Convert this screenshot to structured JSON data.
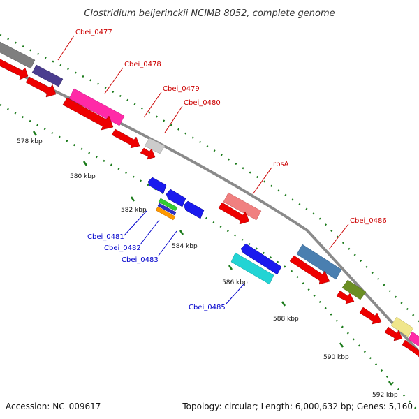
{
  "title": "Clostridium beijerinckii NCIMB 8052, complete genome",
  "footer": {
    "accession": "Accession: NC_009617",
    "summary": "Topology: circular; Length: 6,000,632 bp; Genes: 5,160"
  },
  "colors": {
    "backbone": "#8a8a8a",
    "tick": "#1a7a1a",
    "label_forward": "#cc0000",
    "label_reverse": "#0000cc",
    "cds_forward": "#ee0000",
    "cds_reverse": "#1a1aee"
  },
  "ticks": [
    {
      "label": "578 kbp"
    },
    {
      "label": "580 kbp"
    },
    {
      "label": "582 kbp"
    },
    {
      "label": "584 kbp"
    },
    {
      "label": "586 kbp"
    },
    {
      "label": "588 kbp"
    },
    {
      "label": "590 kbp"
    },
    {
      "label": "592 kbp"
    }
  ],
  "gene_labels": [
    {
      "text": "Cbei_0477",
      "color": "#cc0000"
    },
    {
      "text": "Cbei_0478",
      "color": "#cc0000"
    },
    {
      "text": "Cbei_0479",
      "color": "#cc0000"
    },
    {
      "text": "Cbei_0480",
      "color": "#cc0000"
    },
    {
      "text": "rpsA",
      "color": "#cc0000"
    },
    {
      "text": "Cbei_0486",
      "color": "#cc0000"
    },
    {
      "text": "Cbei_0481",
      "color": "#0000cc"
    },
    {
      "text": "Cbei_0482",
      "color": "#0000cc"
    },
    {
      "text": "Cbei_0483",
      "color": "#0000cc"
    },
    {
      "text": "Cbei_0485",
      "color": "#0000cc"
    }
  ]
}
